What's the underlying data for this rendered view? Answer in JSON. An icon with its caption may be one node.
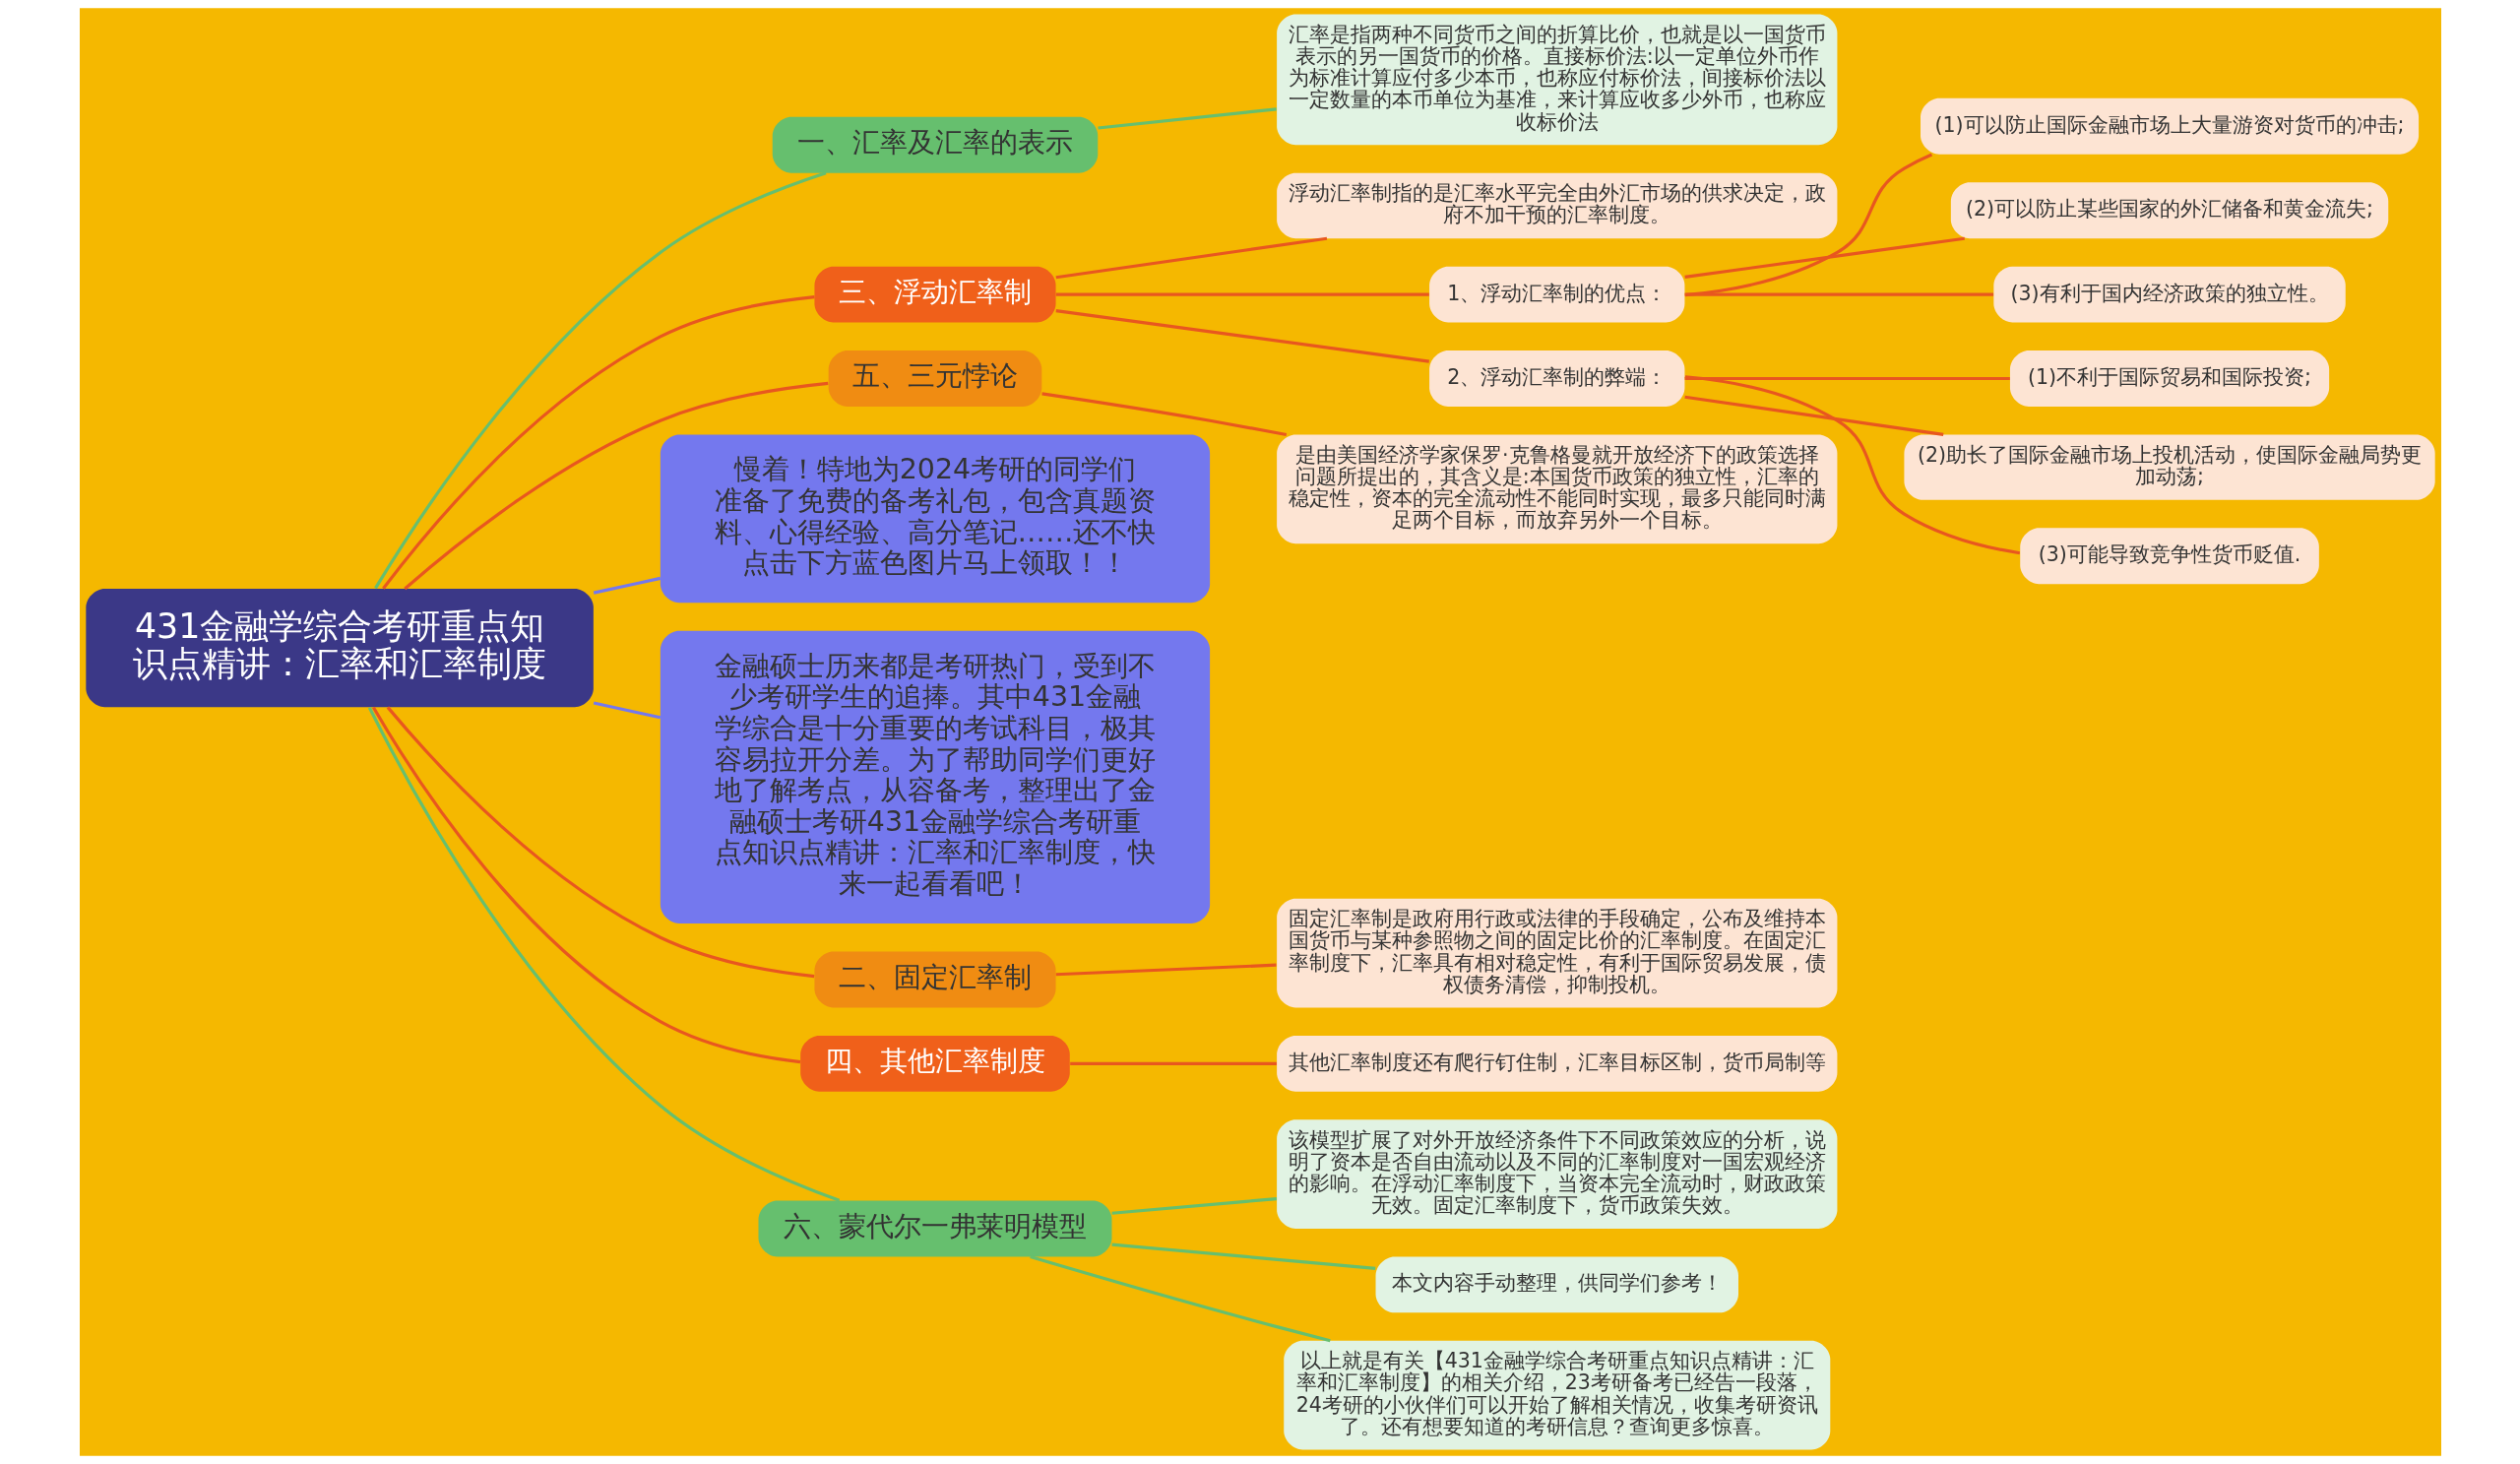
{
  "diagram": {
    "nodes": [
      {
        "text": [
          "431金融学综合考研重点知识点精讲：汇率和汇率制度"
        ]
      },
      {
        "text": [
          "一、汇率及汇率的表示"
        ]
      },
      {
        "text": [
          "汇率是指两种不同货币之间的折算比价，也就是以一国货币表示的另一国货币的价格。直接标价法:以一定单位外币作为标准计算应付多少本币，也称应付标价法，间接标价法以一定数量的本币单位为基准，来计算应收多少外币，也称应收标价法"
        ]
      },
      {
        "text": [
          "三、浮动汇率制"
        ]
      },
      {
        "text": [
          "浮动汇率制指的是汇率水平完全由外汇市场的供求决定，政府不加干预的汇率制度。"
        ]
      },
      {
        "text": [
          "1、浮动汇率制的优点："
        ]
      },
      {
        "text": [
          "(1)可以防止国际金融市场上大量游资对货币的冲击;"
        ]
      },
      {
        "text": [
          "(2)可以防止某些国家的外汇储备和黄金流失;"
        ]
      },
      {
        "text": [
          "(3)有利于国内经济政策的独立性。"
        ]
      },
      {
        "text": [
          "2、浮动汇率制的弊端："
        ]
      },
      {
        "text": [
          "(1)不利于国际贸易和国际投资;"
        ]
      },
      {
        "text": [
          "(2)助长了国际金融市场上投机活动，使国际金融局势更加动荡;"
        ]
      },
      {
        "text": [
          "(3)可能导致竞争性货币贬值."
        ]
      },
      {
        "text": [
          "五、三元悖论"
        ]
      },
      {
        "text": [
          "是由美国经济学家保罗·克鲁格曼就开放经济下的政策选择问题所提出的，其含义是:本国货币政策的独立性，汇率的稳定性，资本的完全流动性不能同时实现，最多只能同时满足两个目标，而放弃另外一个目标。"
        ]
      },
      {
        "text": [
          "慢着！特地为2024考研的同学们准备了免费的备考礼包，包含真题资料、心得经验、高分笔记……还不快点击下方蓝色图片马上领取！！"
        ]
      },
      {
        "text": [
          "金融硕士历来都是考研热门，受到不少考研学生的追捧。其中431金融学综合是十分重要的考试科目，极其容易拉开分差。为了帮助同学们更好地了解考点，从容备考，整理出了金融硕士考研431金融学综合考研重点知识点精讲：汇率和汇率制度，快来一起看看吧！"
        ]
      },
      {
        "text": [
          "二、固定汇率制"
        ]
      },
      {
        "text": [
          "固定汇率制是政府用行政或法律的手段确定，公布及维持本国货币与某种参照物之间的固定比价的汇率制度。在固定汇率制度下，汇率具有相对稳定性，有利于国际贸易发展，债权债务清偿，抑制投机。"
        ]
      },
      {
        "text": [
          "四、其他汇率制度"
        ]
      },
      {
        "text": [
          "其他汇率制度还有爬行钉住制，汇率目标区制，货币局制等"
        ]
      },
      {
        "text": [
          "六、蒙代尔一弗莱明模型"
        ]
      },
      {
        "text": [
          "该模型扩展了对外开放经济条件下不同政策效应的分析，说明了资本是否自由流动以及不同的汇率制度对一国宏观经济的影响。在浮动汇率制度下，当资本完全流动时，财政政策无效。固定汇率制度下，货币政策失效。"
        ]
      },
      {
        "text": [
          "本文内容手动整理，供同学们参考！"
        ]
      },
      {
        "text": [
          "以上就是有关【431金融学综合考研重点知识点精讲：汇率和汇率制度】的相关介绍，23考研备考已经告一段落，24考研的小伙伴们可以开始了解相关情况，收集考研资讯了。还有想要知道的考研信息？查询更多惊喜。"
        ]
      }
    ],
    "edges": [
      {
        "from": 0,
        "to": 1,
        "arrow": "none",
        "color": "#66bf6e"
      },
      {
        "from": 1,
        "to": 2,
        "arrow": "none",
        "color": "#66bf6e"
      },
      {
        "from": 0,
        "to": 3,
        "arrow": "none"
      },
      {
        "from": 3,
        "to": 4,
        "arrow": "none"
      },
      {
        "from": 3,
        "to": 5,
        "arrow": "none"
      },
      {
        "from": 5,
        "to": 6,
        "arrow": "none"
      },
      {
        "from": 5,
        "to": 7,
        "arrow": "none"
      },
      {
        "from": 5,
        "to": 8,
        "arrow": "none"
      },
      {
        "from": 3,
        "to": 9,
        "arrow": "none"
      },
      {
        "from": 9,
        "to": 10,
        "arrow": "none"
      },
      {
        "from": 9,
        "to": 11,
        "arrow": "none"
      },
      {
        "from": 9,
        "to": 12,
        "arrow": "none"
      },
      {
        "from": 0,
        "to": 13,
        "arrow": "none"
      },
      {
        "from": 13,
        "to": 14,
        "arrow": "none"
      },
      {
        "from": 0,
        "to": 15,
        "arrow": "none",
        "color": "#7478ee"
      },
      {
        "from": 0,
        "to": 16,
        "arrow": "none",
        "color": "#7478ee"
      },
      {
        "from": 0,
        "to": 17,
        "arrow": "none"
      },
      {
        "from": 17,
        "to": 18,
        "arrow": "none"
      },
      {
        "from": 0,
        "to": 19,
        "arrow": "none"
      },
      {
        "from": 19,
        "to": 20,
        "arrow": "none"
      },
      {
        "from": 0,
        "to": 21,
        "arrow": "none",
        "color": "#66bf6e"
      },
      {
        "from": 21,
        "to": 22,
        "arrow": "none",
        "color": "#66bf6e"
      },
      {
        "from": 21,
        "to": 23,
        "arrow": "none",
        "color": "#66bf6e"
      },
      {
        "from": 21,
        "to": 24,
        "arrow": "none",
        "color": "#66bf6e"
      }
    ]
  }
}
